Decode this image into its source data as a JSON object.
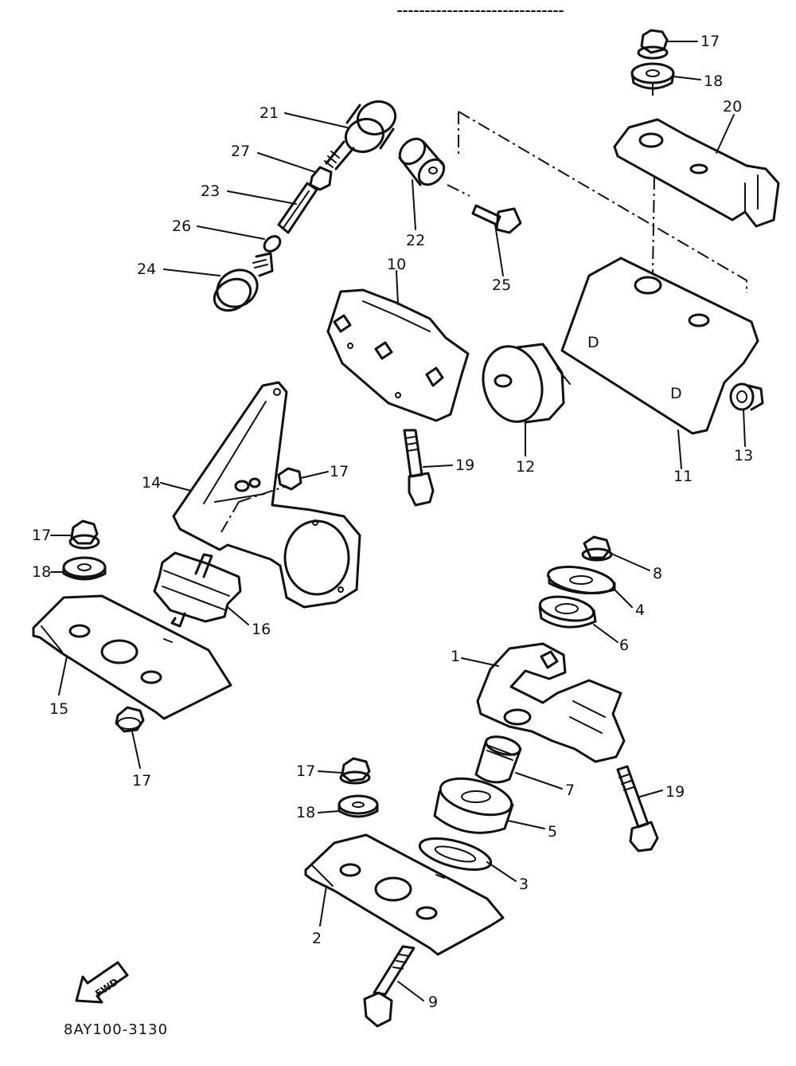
{
  "diagram": {
    "drawing_code": "8AY100-3130",
    "forward_marker": "FWD",
    "callouts": [
      {
        "id": "c21",
        "label": "21"
      },
      {
        "id": "c27",
        "label": "27"
      },
      {
        "id": "c23",
        "label": "23"
      },
      {
        "id": "c26",
        "label": "26"
      },
      {
        "id": "c24",
        "label": "24"
      },
      {
        "id": "c22",
        "label": "22"
      },
      {
        "id": "c25",
        "label": "25"
      },
      {
        "id": "c10",
        "label": "10"
      },
      {
        "id": "c17a",
        "label": "17"
      },
      {
        "id": "c18a",
        "label": "18"
      },
      {
        "id": "c20",
        "label": "20"
      },
      {
        "id": "c11",
        "label": "11"
      },
      {
        "id": "c12",
        "label": "12"
      },
      {
        "id": "c13",
        "label": "13"
      },
      {
        "id": "c19a",
        "label": "19"
      },
      {
        "id": "c14",
        "label": "14"
      },
      {
        "id": "c17b",
        "label": "17"
      },
      {
        "id": "c17c",
        "label": "17"
      },
      {
        "id": "c18b",
        "label": "18"
      },
      {
        "id": "c16",
        "label": "16"
      },
      {
        "id": "c15",
        "label": "15"
      },
      {
        "id": "c17d",
        "label": "17"
      },
      {
        "id": "c8",
        "label": "8"
      },
      {
        "id": "c4",
        "label": "4"
      },
      {
        "id": "c6",
        "label": "6"
      },
      {
        "id": "c1",
        "label": "1"
      },
      {
        "id": "c7",
        "label": "7"
      },
      {
        "id": "c19b",
        "label": "19"
      },
      {
        "id": "c5",
        "label": "5"
      },
      {
        "id": "c3",
        "label": "3"
      },
      {
        "id": "c17e",
        "label": "17"
      },
      {
        "id": "c18c",
        "label": "18"
      },
      {
        "id": "c2",
        "label": "2"
      },
      {
        "id": "c9",
        "label": "9"
      }
    ]
  }
}
